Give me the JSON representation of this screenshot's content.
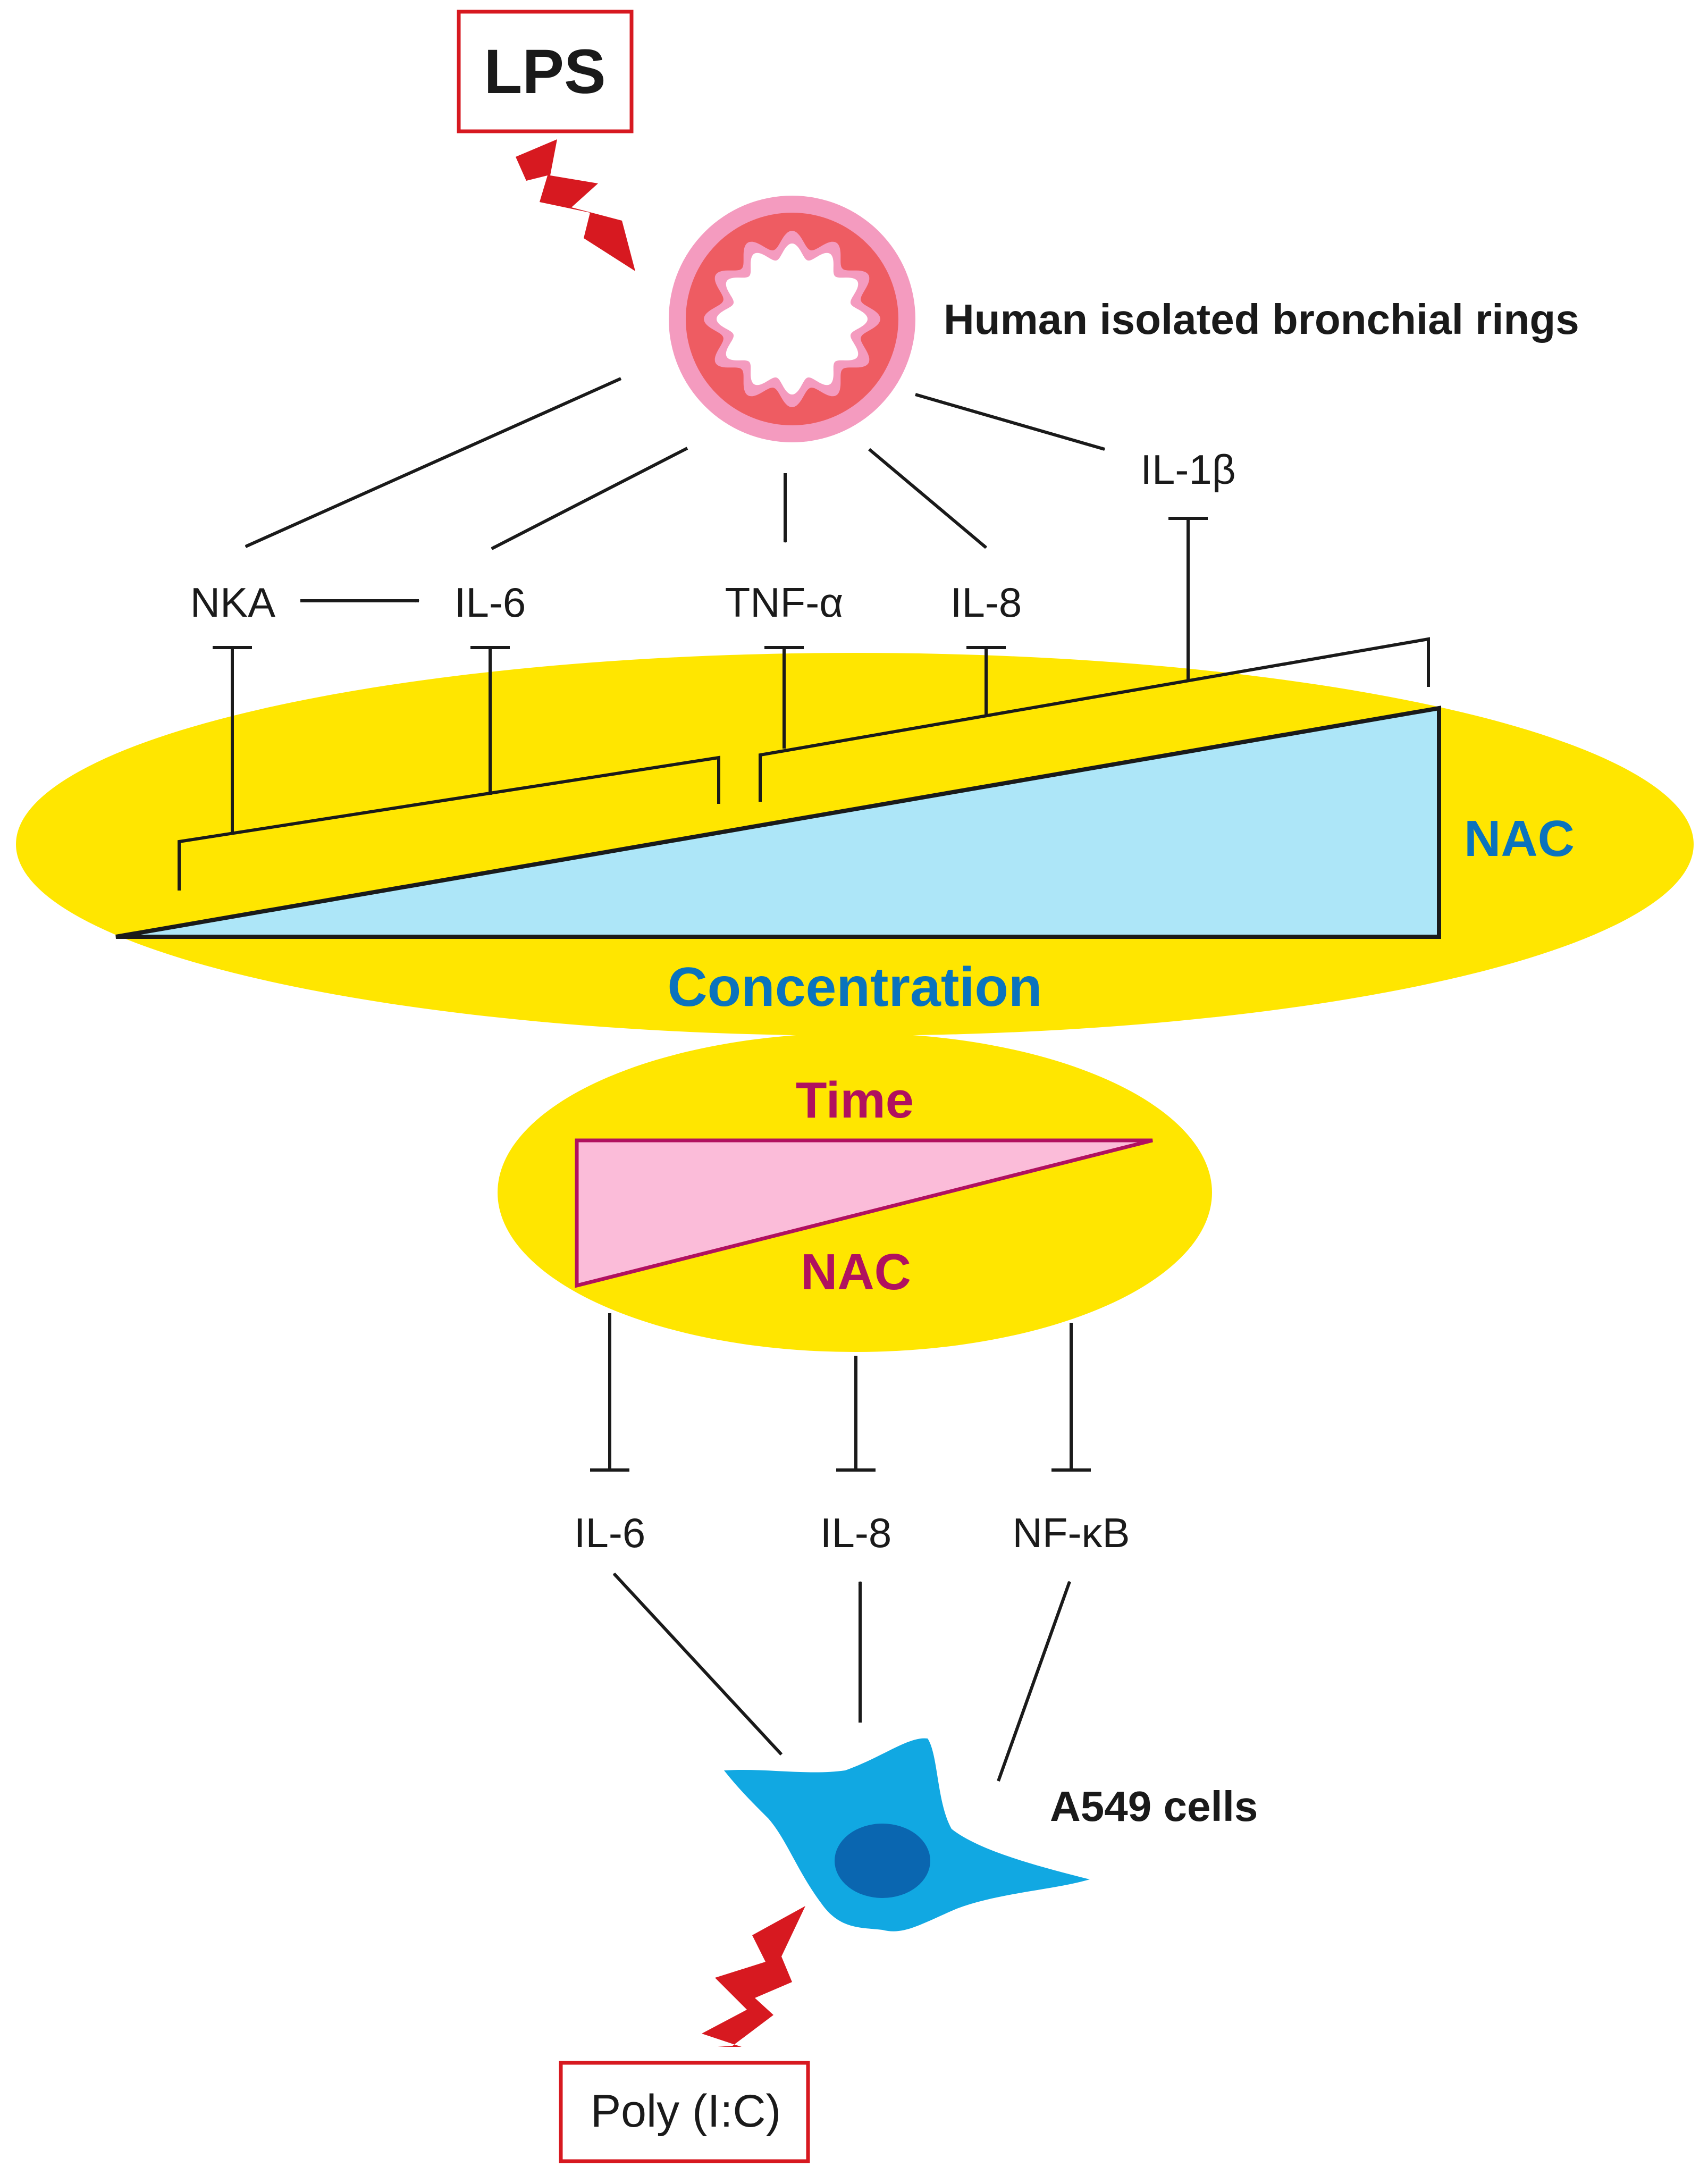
{
  "stimuli": {
    "lps": "LPS",
    "poly_ic": "Poly (I:C)"
  },
  "tissue": {
    "bronchial_rings_label": "Human isolated bronchial rings"
  },
  "cells": {
    "a549_label": "A549 cells"
  },
  "upper_mediators": {
    "nka": "NKA",
    "il6": "IL-6",
    "tnfa": "TNF-α",
    "il8": "IL-8",
    "il1b": "IL-1β"
  },
  "lower_mediators": {
    "il6": "IL-6",
    "il8": "IL-8",
    "nfkb": "NF-κB"
  },
  "concentration_panel": {
    "drug": "NAC",
    "axis": "Concentration"
  },
  "time_panel": {
    "axis": "Time",
    "drug": "NAC"
  },
  "colors": {
    "yellow": "#ffe600",
    "cyan_fill": "#ade6f8",
    "blue_text": "#0a73bd",
    "magenta_text": "#b0115f",
    "pink_fill": "#fbbcd9",
    "red": "#d71920",
    "cell_blue": "#11a8e2",
    "nucleus": "#0a66b0",
    "ring_outer": "#f49bbf",
    "ring_mid": "#ee5c62"
  },
  "icons": [
    "lightning-bolt-icon",
    "bronchial-ring-icon",
    "a549-cell-icon"
  ]
}
